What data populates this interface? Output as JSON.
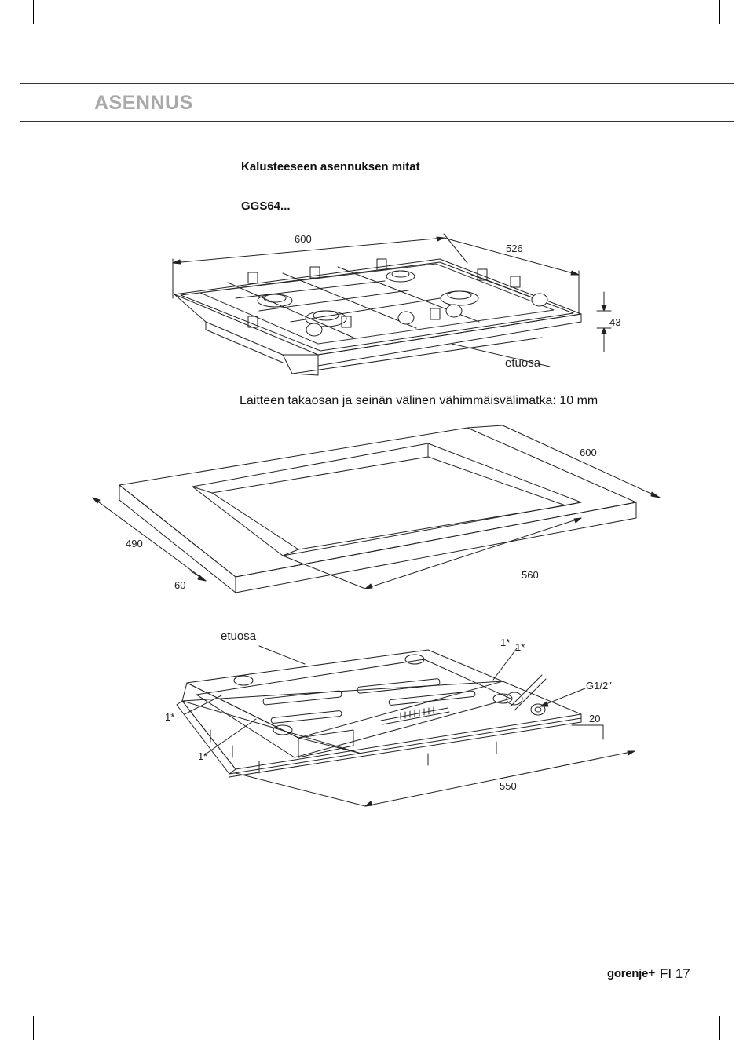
{
  "section_title": "ASENNUS",
  "heading": "Kalusteeseen asennuksen mitat",
  "model": "GGS64...",
  "figure1": {
    "width": "600",
    "depth": "526",
    "height": "43",
    "front": "etuosa"
  },
  "note": "Laitteen takaosan ja seinän välinen vähimmäisvälimatka: 10 mm",
  "figure2": {
    "width": "600",
    "depth": "490",
    "front_gap": "60",
    "cutout_width": "560"
  },
  "figure3": {
    "front": "etuosa",
    "marker": "1*",
    "connection": "G1/2″",
    "connector_length": "20",
    "width": "550"
  },
  "footer": {
    "brand": "gorenje",
    "brand_mark": "+",
    "page": "FI 17"
  }
}
